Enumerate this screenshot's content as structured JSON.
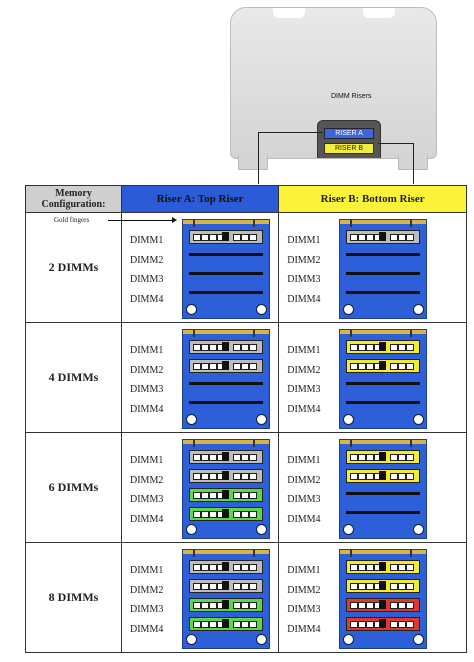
{
  "tower": {
    "callout": "DIMM Risers",
    "riser_a": "RISER A",
    "riser_b": "RISER B"
  },
  "table": {
    "headers": {
      "config": "Memory Configuration:",
      "riser_a": "Riser A: Top Riser",
      "riser_b": "Riser B: Bottom Riser"
    },
    "gold_fingers_label": "Gold fingers",
    "dimm_labels": [
      "DIMM1",
      "DIMM2",
      "DIMM3",
      "DIMM4"
    ],
    "rows": [
      {
        "label": "2 DIMMs",
        "riser_a": [
          "gray",
          "",
          "",
          ""
        ],
        "riser_b": [
          "gray",
          "",
          "",
          ""
        ]
      },
      {
        "label": "4 DIMMs",
        "riser_a": [
          "gray",
          "gray",
          "",
          ""
        ],
        "riser_b": [
          "yellow",
          "yellow",
          "",
          ""
        ]
      },
      {
        "label": "6 DIMMs",
        "riser_a": [
          "gray",
          "gray",
          "green",
          "green"
        ],
        "riser_b": [
          "yellow",
          "yellow",
          "",
          ""
        ]
      },
      {
        "label": "8 DIMMs",
        "riser_a": [
          "gray",
          "gray",
          "green",
          "green"
        ],
        "riser_b": [
          "yellow",
          "yellow",
          "red",
          "red"
        ]
      }
    ]
  },
  "colors": {
    "riser_a": "#2b5bd6",
    "riser_b": "#fbf33a",
    "gray": "#bdbdbd",
    "yellow": "#f6ea31",
    "green": "#5bd84a",
    "red": "#e0392b"
  }
}
